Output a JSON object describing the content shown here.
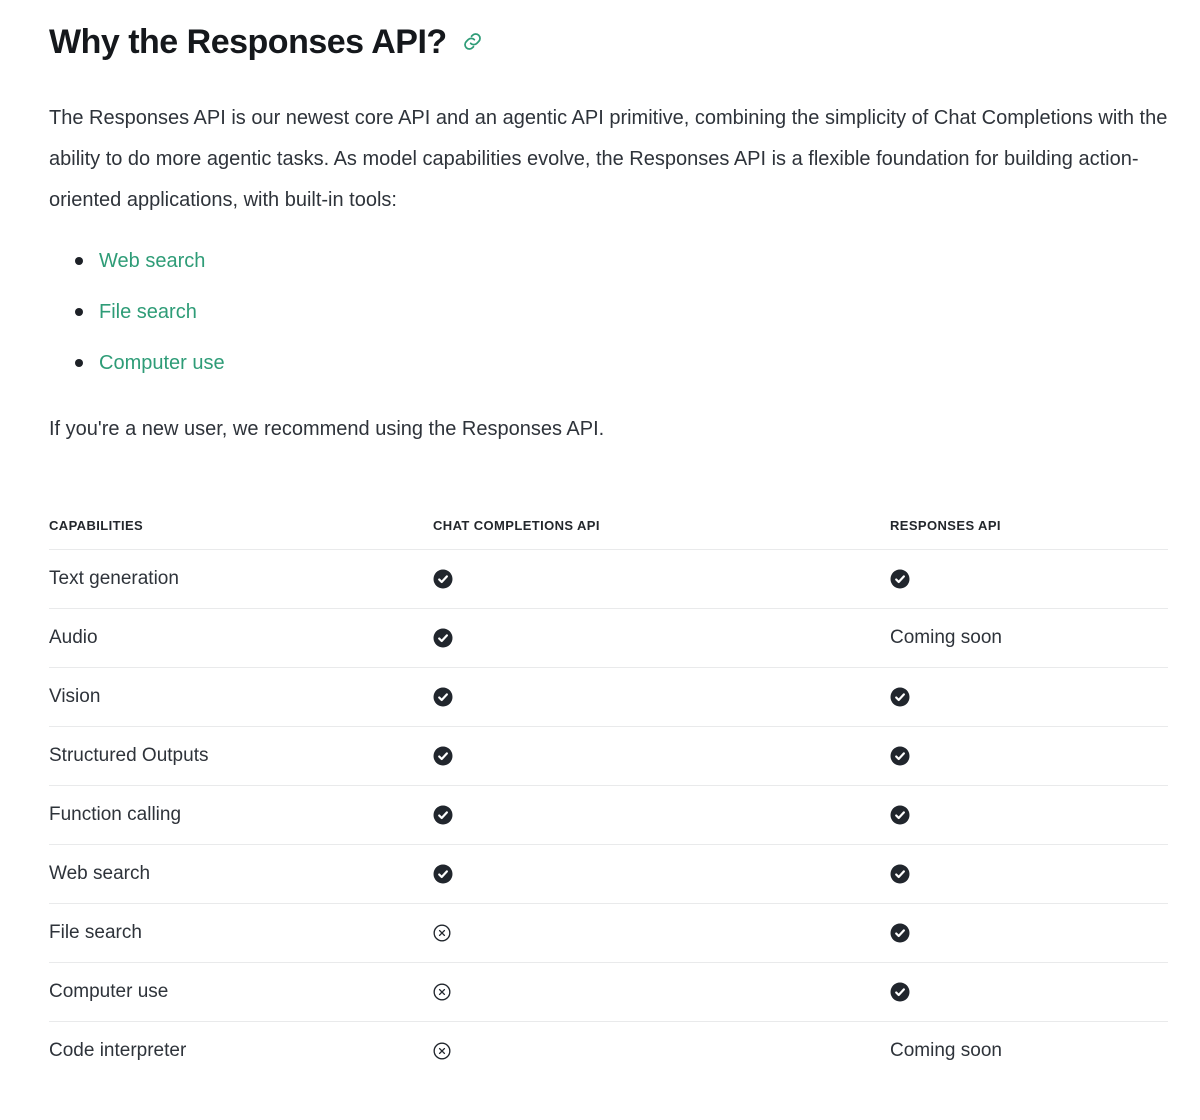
{
  "page": {
    "title": "Why the Responses API?",
    "intro_paragraph": "The Responses API is our newest core API and an agentic API primitive, combining the simplicity of Chat Completions with the ability to do more agentic tasks. As model capabilities evolve, the Responses API is a flexible foundation for building action-oriented applications, with built-in tools:",
    "tools": [
      {
        "label": "Web search"
      },
      {
        "label": "File search"
      },
      {
        "label": "Computer use"
      }
    ],
    "recommendation": "If you're a new user, we recommend using the Responses API."
  },
  "icons": {
    "heading_anchor": "link-icon",
    "supported": "check-circle-icon",
    "unsupported": "x-circle-icon"
  },
  "colors": {
    "link_green": "#2e9c77",
    "icon_dark": "#21262d",
    "row_border": "#e9eaeb",
    "heading_text": "#15181c",
    "body_text": "#2e333a"
  },
  "table": {
    "columns": [
      "CAPABILITIES",
      "CHAT COMPLETIONS API",
      "RESPONSES API"
    ],
    "rows": [
      {
        "capability": "Text generation",
        "chat_completions": "check",
        "responses": "check"
      },
      {
        "capability": "Audio",
        "chat_completions": "check",
        "responses": "Coming soon"
      },
      {
        "capability": "Vision",
        "chat_completions": "check",
        "responses": "check"
      },
      {
        "capability": "Structured Outputs",
        "chat_completions": "check",
        "responses": "check"
      },
      {
        "capability": "Function calling",
        "chat_completions": "check",
        "responses": "check"
      },
      {
        "capability": "Web search",
        "chat_completions": "check",
        "responses": "check"
      },
      {
        "capability": "File search",
        "chat_completions": "cross",
        "responses": "check"
      },
      {
        "capability": "Computer use",
        "chat_completions": "cross",
        "responses": "check"
      },
      {
        "capability": "Code interpreter",
        "chat_completions": "cross",
        "responses": "Coming soon"
      }
    ]
  }
}
